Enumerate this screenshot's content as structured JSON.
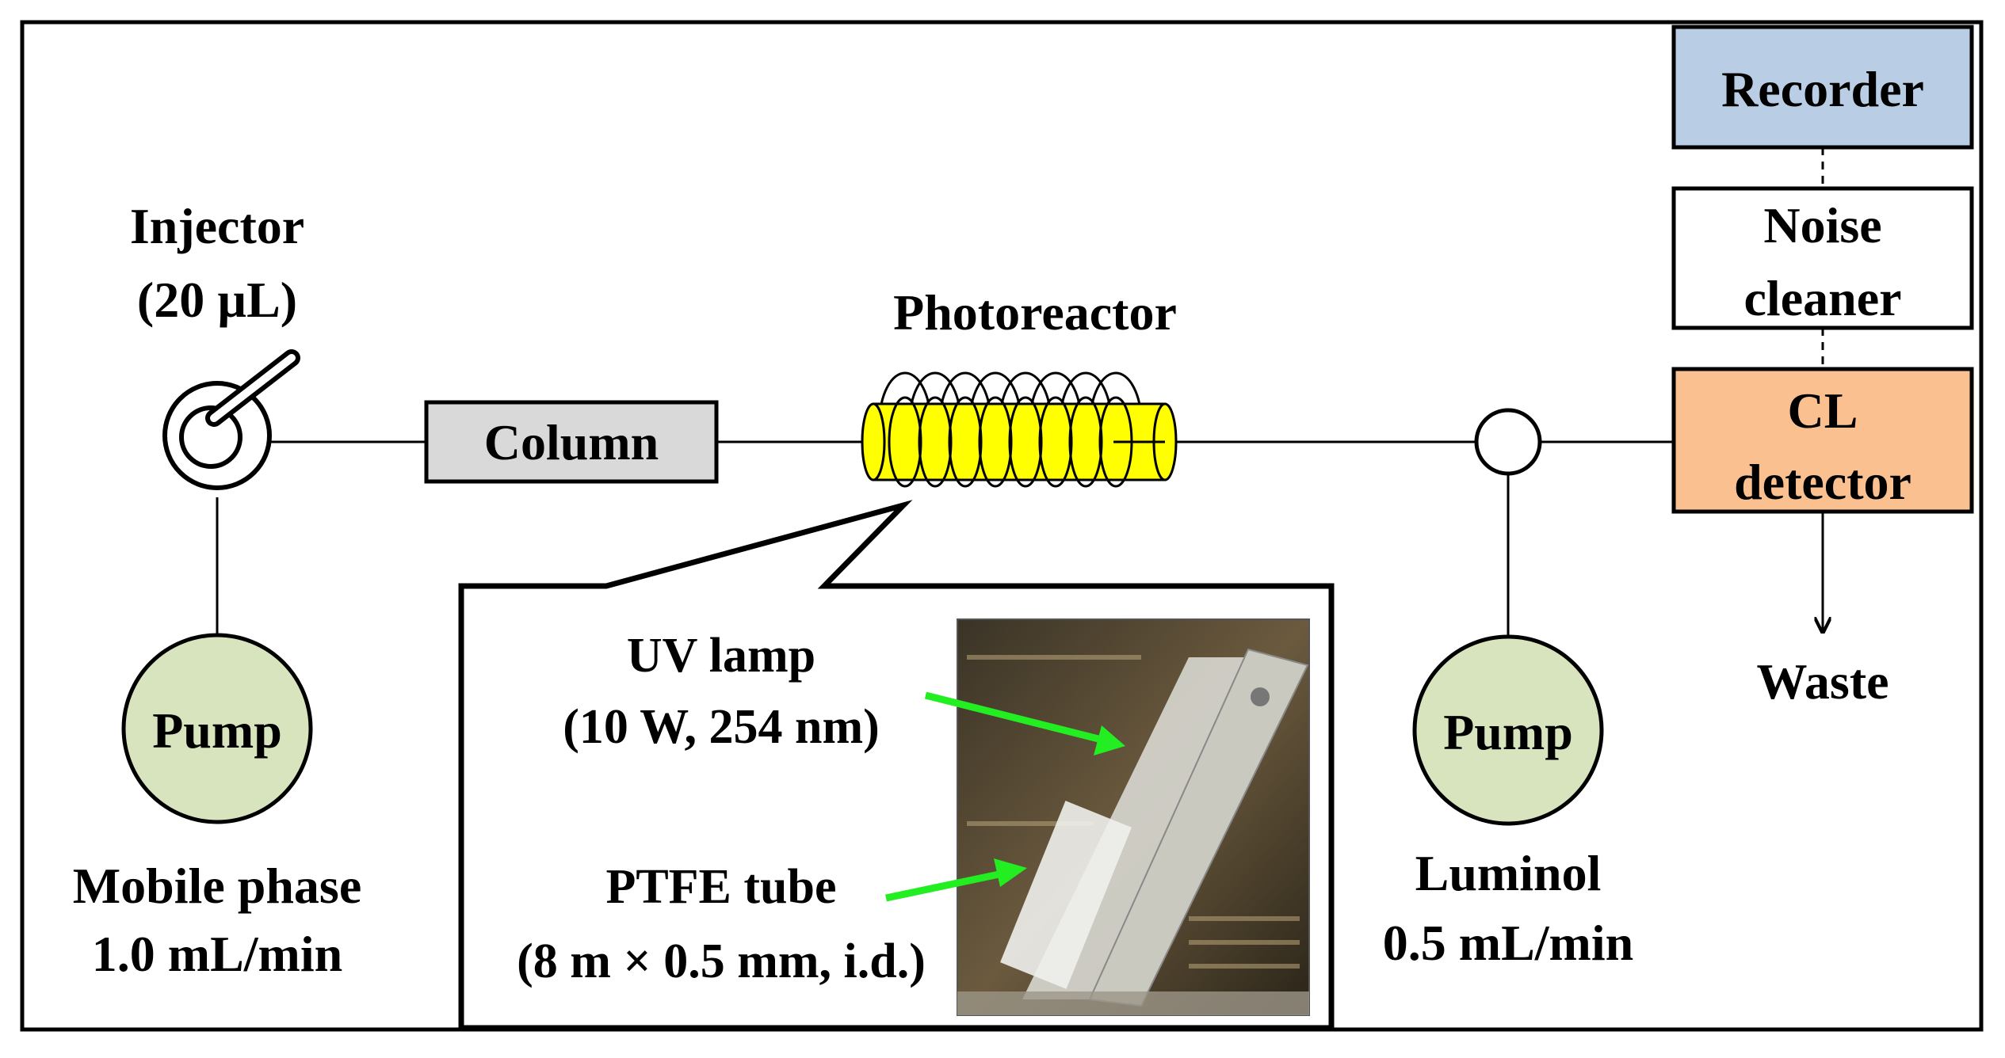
{
  "injector": {
    "label": "Injector",
    "volume": "(20 µL)"
  },
  "column": {
    "label": "Column"
  },
  "photoreactor": {
    "label": "Photoreactor"
  },
  "recorder": {
    "label": "Recorder",
    "color": "#b9cde5"
  },
  "noise_cleaner": {
    "label_line1": "Noise",
    "label_line2": "cleaner"
  },
  "cl_detector": {
    "label_line1": "CL",
    "label_line2": "detector",
    "color": "#fac090"
  },
  "waste": {
    "label": "Waste"
  },
  "pump_mobile": {
    "label": "Pump",
    "caption_line1": "Mobile phase",
    "caption_line2": "1.0 mL/min",
    "color": "#d7e4bd"
  },
  "pump_luminol": {
    "label": "Pump",
    "caption_line1": "Luminol",
    "caption_line2": "0.5 mL/min",
    "color": "#d7e4bd"
  },
  "inset": {
    "uv_lamp_line1": "UV lamp",
    "uv_lamp_line2": "(10 W, 254 nm)",
    "ptfe_line1": "PTFE tube",
    "ptfe_line2": "(8 m × 0.5 mm, i.d.)",
    "arrow_color": "#22ee22"
  },
  "colors": {
    "column_fill": "#d9d9d9",
    "coil_fill": "#ffff00"
  }
}
